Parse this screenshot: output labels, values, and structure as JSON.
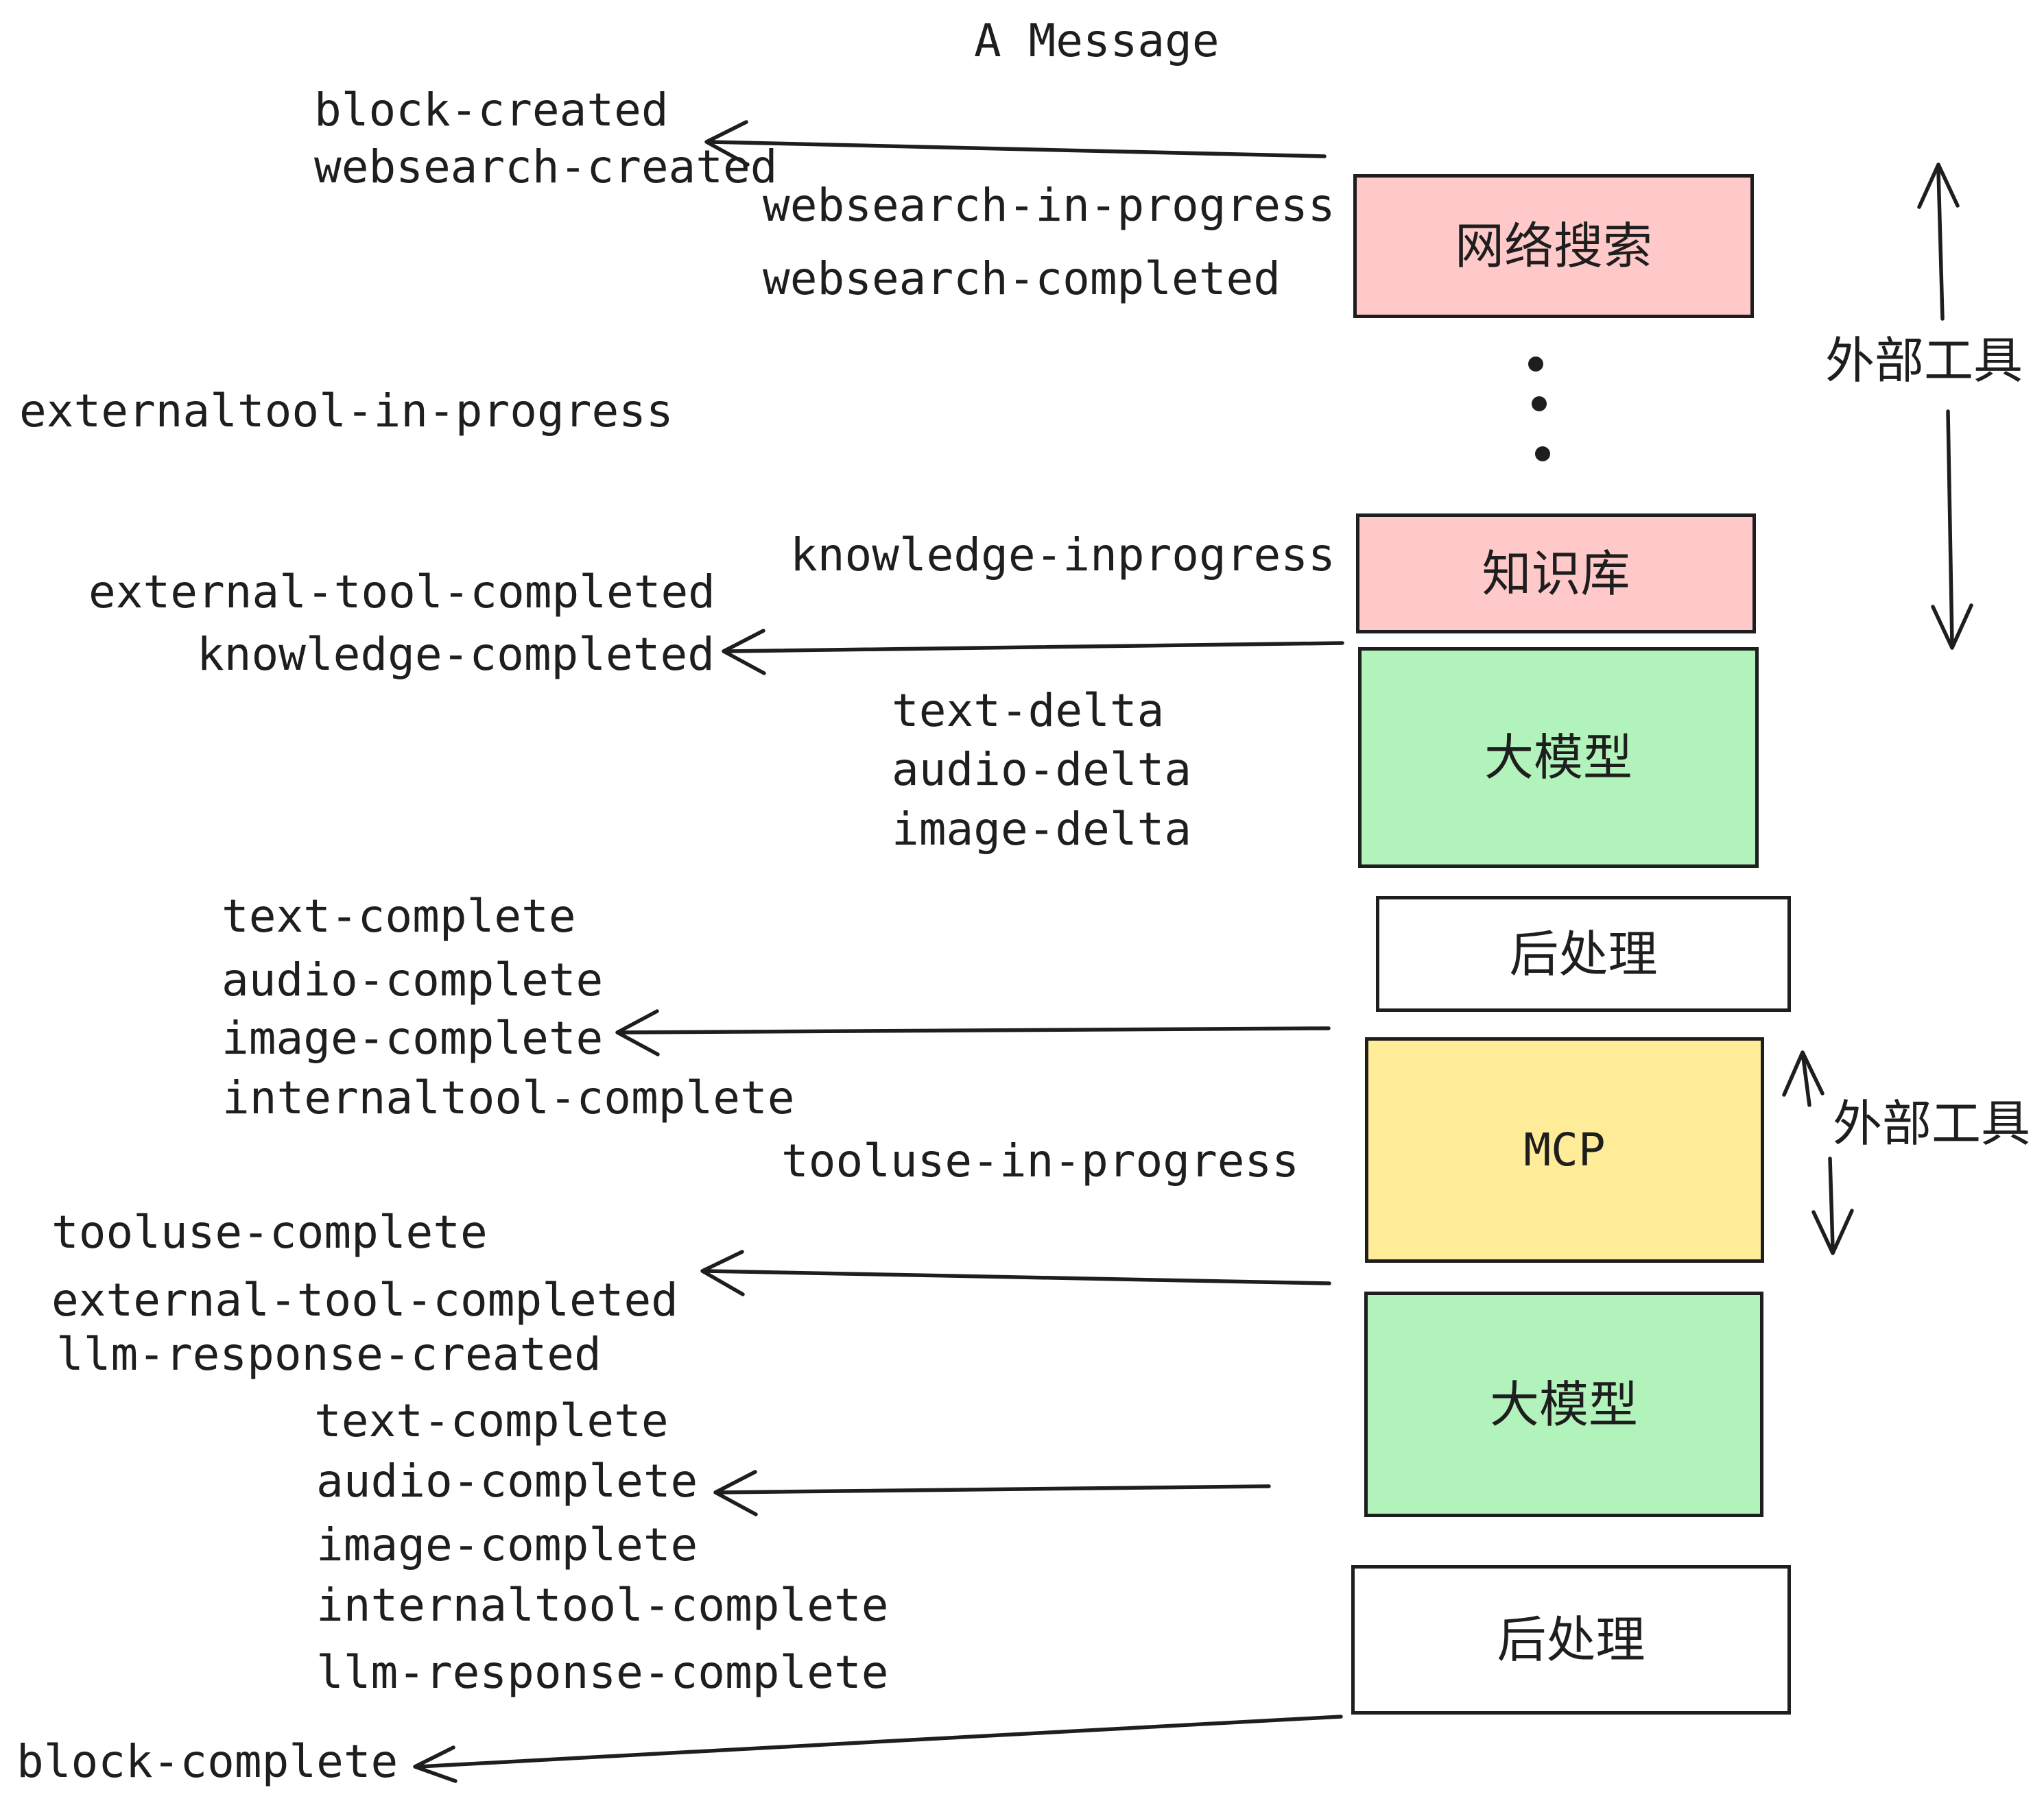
{
  "title": "A Message",
  "colors": {
    "pink": "#ffc9c9",
    "green": "#b2f2bb",
    "yellow": "#ffec99",
    "white": "#ffffff",
    "ink": "#1e1e1e"
  },
  "boxes": [
    {
      "label": "网络搜索",
      "color": "pink"
    },
    {
      "label": "知识库",
      "color": "pink"
    },
    {
      "label": "大模型",
      "color": "green"
    },
    {
      "label": "后处理",
      "color": "white"
    },
    {
      "label": "MCP",
      "color": "yellow"
    },
    {
      "label": "大模型",
      "color": "green"
    },
    {
      "label": "后处理",
      "color": "white"
    }
  ],
  "side_labels": [
    {
      "text": "外部工具"
    },
    {
      "text": "外部工具"
    }
  ],
  "events": [
    {
      "label": "block-created"
    },
    {
      "label": "websearch-created"
    },
    {
      "label": "websearch-in-progress"
    },
    {
      "label": "websearch-completed"
    },
    {
      "label": "externaltool-in-progress"
    },
    {
      "label": "knowledge-inprogress"
    },
    {
      "label": "external-tool-completed"
    },
    {
      "label": "knowledge-completed"
    },
    {
      "label": "text-delta"
    },
    {
      "label": "audio-delta"
    },
    {
      "label": "image-delta"
    },
    {
      "label": "text-complete"
    },
    {
      "label": "audio-complete"
    },
    {
      "label": "image-complete"
    },
    {
      "label": "internaltool-complete"
    },
    {
      "label": "tooluse-in-progress"
    },
    {
      "label": "tooluse-complete"
    },
    {
      "label": "external-tool-completed"
    },
    {
      "label": "llm-response-created"
    },
    {
      "label": "text-complete"
    },
    {
      "label": "audio-complete"
    },
    {
      "label": "image-complete"
    },
    {
      "label": "internaltool-complete"
    },
    {
      "label": "llm-response-complete"
    },
    {
      "label": "block-complete"
    }
  ]
}
